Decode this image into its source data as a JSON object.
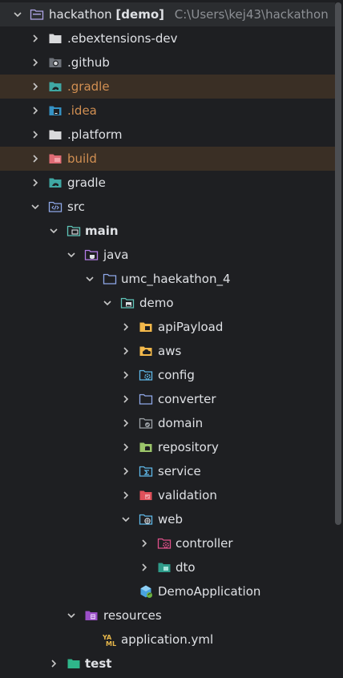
{
  "root": {
    "name": "hackathon",
    "module": "[demo]",
    "path": "C:\\Users\\kej43\\hackathon"
  },
  "rows": [
    {
      "label": ".ebextensions-dev",
      "icon": "folder-icon"
    },
    {
      "label": ".github",
      "icon": "github-folder-icon"
    },
    {
      "label": ".gradle",
      "icon": "gradle-folder-icon",
      "excluded": true
    },
    {
      "label": ".idea",
      "icon": "idea-folder-icon",
      "excluded": false
    },
    {
      "label": ".platform",
      "icon": "folder-icon"
    },
    {
      "label": "build",
      "icon": "build-folder-icon",
      "excluded": true
    },
    {
      "label": "gradle",
      "icon": "gradle-folder-icon"
    },
    {
      "label": "src",
      "icon": "source-folder-icon"
    },
    {
      "label": "main",
      "icon": "module-folder-icon"
    },
    {
      "label": "java",
      "icon": "java-folder-icon"
    },
    {
      "label": "umc_haekathon_4",
      "icon": "package-folder-icon"
    },
    {
      "label": "demo",
      "icon": "package-image-folder-icon"
    },
    {
      "label": "apiPayload",
      "icon": "api-folder-icon"
    },
    {
      "label": "aws",
      "icon": "aws-folder-icon"
    },
    {
      "label": "config",
      "icon": "config-folder-icon"
    },
    {
      "label": "converter",
      "icon": "converter-folder-icon"
    },
    {
      "label": "domain",
      "icon": "domain-folder-icon"
    },
    {
      "label": "repository",
      "icon": "repository-folder-icon"
    },
    {
      "label": "service",
      "icon": "service-folder-icon"
    },
    {
      "label": "validation",
      "icon": "validation-folder-icon"
    },
    {
      "label": "web",
      "icon": "web-folder-icon"
    },
    {
      "label": "controller",
      "icon": "controller-folder-icon"
    },
    {
      "label": "dto",
      "icon": "dto-folder-icon"
    },
    {
      "label": "DemoApplication",
      "icon": "spring-class-icon"
    },
    {
      "label": "resources",
      "icon": "resources-folder-icon"
    },
    {
      "label": "application.yml",
      "icon": "yaml-file-icon"
    },
    {
      "label": "test",
      "icon": "test-folder-icon"
    }
  ],
  "colors": {
    "background": "#1e1f22",
    "selection": "#2b2d30",
    "excluded_row": "#3a2f25",
    "excluded_text": "#d18f52"
  }
}
